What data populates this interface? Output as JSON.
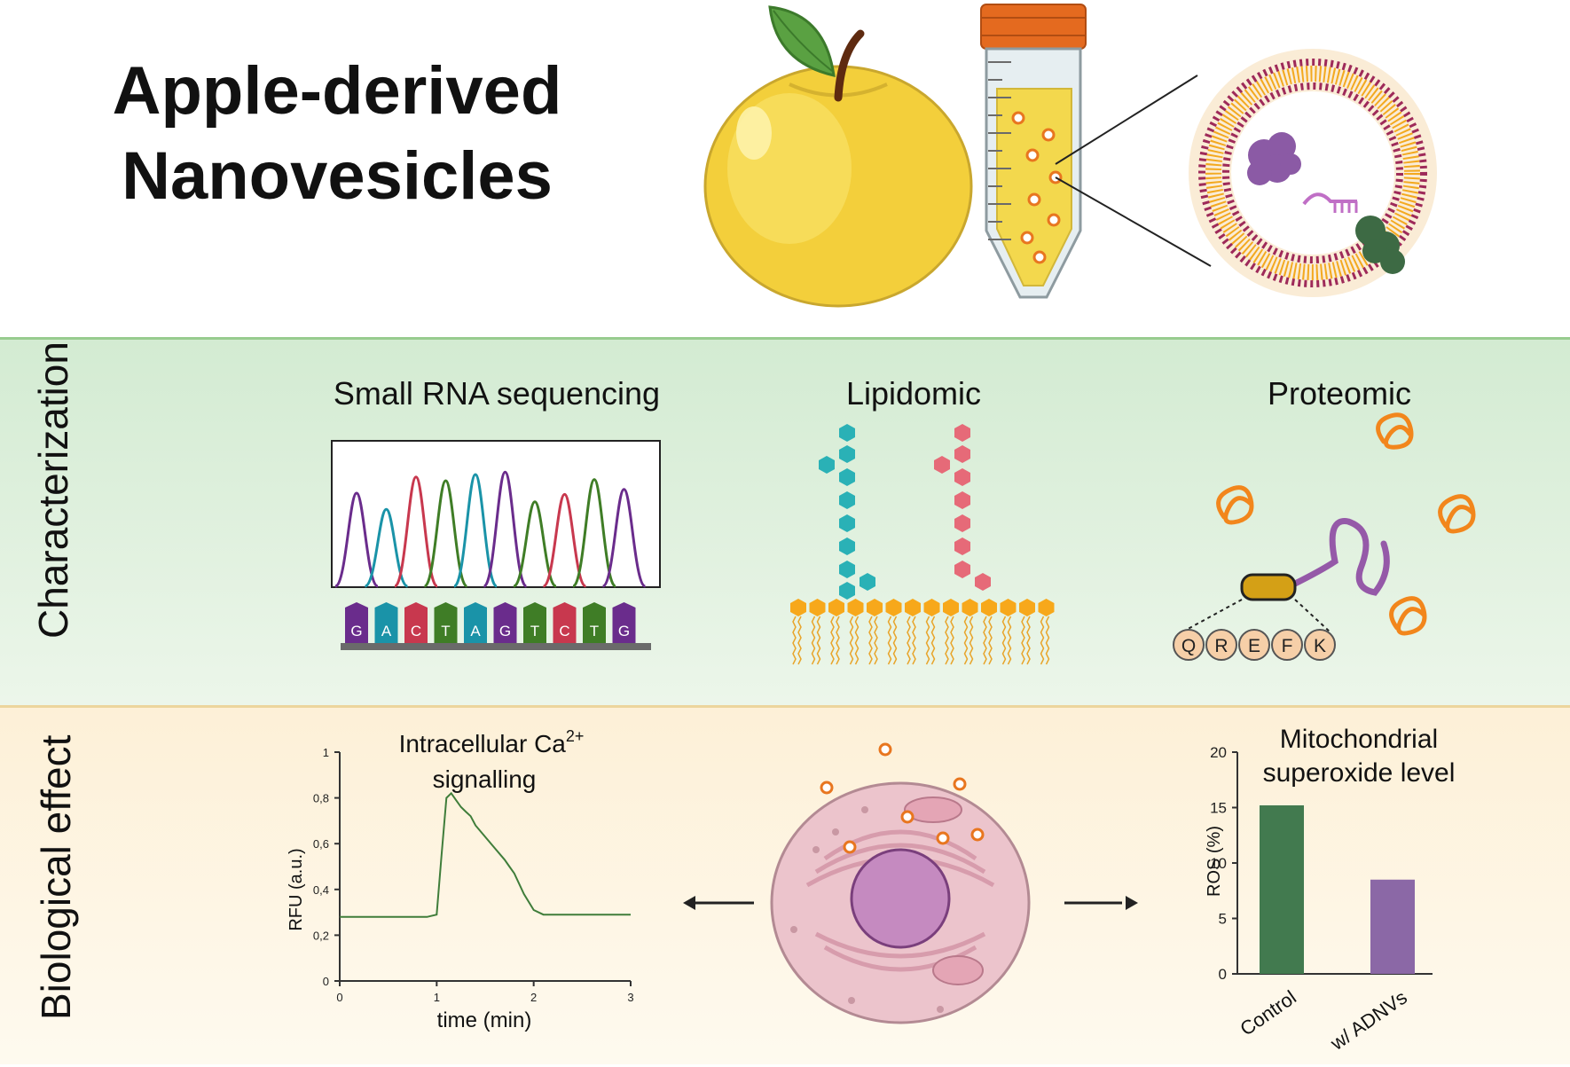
{
  "title": {
    "line1": "Apple-derived",
    "line2": "Nanovesicles"
  },
  "sections": {
    "characterization": "Characterization",
    "biological_effect": "Biological effect"
  },
  "methods": {
    "rna_seq": "Small RNA sequencing",
    "lipidomic": "Lipidomic",
    "proteomic": "Proteomic"
  },
  "sequence": [
    {
      "letter": "G",
      "color": "#6a2c8c"
    },
    {
      "letter": "A",
      "color": "#1a93a8"
    },
    {
      "letter": "C",
      "color": "#c8384e"
    },
    {
      "letter": "T",
      "color": "#3f7d26"
    },
    {
      "letter": "A",
      "color": "#1a93a8"
    },
    {
      "letter": "G",
      "color": "#6a2c8c"
    },
    {
      "letter": "T",
      "color": "#3f7d26"
    },
    {
      "letter": "C",
      "color": "#c8384e"
    },
    {
      "letter": "T",
      "color": "#3f7d26"
    },
    {
      "letter": "G",
      "color": "#6a2c8c"
    }
  ],
  "peptide": [
    "Q",
    "R",
    "E",
    "F",
    "K"
  ],
  "colors": {
    "characterization_bg": "#d3ebd2",
    "biological_bg": "#fdf0d7",
    "nucleotide_A": "#1a93a8",
    "nucleotide_C": "#c8384e",
    "nucleotide_G": "#6a2c8c",
    "nucleotide_T": "#3f7d26",
    "lipid_teal": "#2ab1b6",
    "lipid_pink": "#e66a78",
    "lipid_orange": "#f7a81b",
    "protein_orange": "#f2861c",
    "protein_purple": "#9559a8",
    "apple_yellow": "#f3cf3b",
    "cell_pink": "#ecc4cc",
    "nucleus_purple": "#c58ac0",
    "control_green": "#427a4f",
    "adnv_purple": "#8b68a6"
  },
  "chart_data": [
    {
      "type": "line",
      "title": "Intracellular Ca2+ signalling",
      "title_text": "Intracellular Ca",
      "title_superscript": "2+",
      "title_line2": "signalling",
      "xlabel": "time (min)",
      "ylabel": "RFU (a.u.)",
      "xlim": [
        0,
        3
      ],
      "ylim": [
        0,
        1
      ],
      "x_ticks": [
        "0",
        "1",
        "2",
        "3"
      ],
      "y_ticks": [
        "0",
        "0,2",
        "0,4",
        "0,6",
        "0,8",
        "1"
      ],
      "series": [
        {
          "color": "#3f7d3a",
          "x": [
            0,
            0.5,
            0.9,
            1.0,
            1.05,
            1.1,
            1.15,
            1.2,
            1.25,
            1.3,
            1.35,
            1.4,
            1.5,
            1.6,
            1.7,
            1.75,
            1.8,
            1.9,
            2.0,
            2.1,
            2.2,
            2.5,
            3.0
          ],
          "y": [
            0.28,
            0.28,
            0.28,
            0.29,
            0.55,
            0.8,
            0.82,
            0.79,
            0.76,
            0.74,
            0.72,
            0.68,
            0.63,
            0.58,
            0.53,
            0.5,
            0.47,
            0.38,
            0.31,
            0.29,
            0.29,
            0.29,
            0.29
          ]
        }
      ]
    },
    {
      "type": "bar",
      "title": "Mitochondrial superoxide level",
      "title_line1": "Mitochondrial",
      "title_line2": "superoxide level",
      "ylabel": "ROS (%)",
      "xlabel": "",
      "ylim": [
        0,
        20
      ],
      "y_ticks": [
        "0",
        "5",
        "10",
        "15",
        "20"
      ],
      "categories": [
        "Control",
        "w/ ADNVs"
      ],
      "values": [
        15.2,
        8.5
      ],
      "bar_colors": [
        "#427a4f",
        "#8b68a6"
      ]
    }
  ]
}
